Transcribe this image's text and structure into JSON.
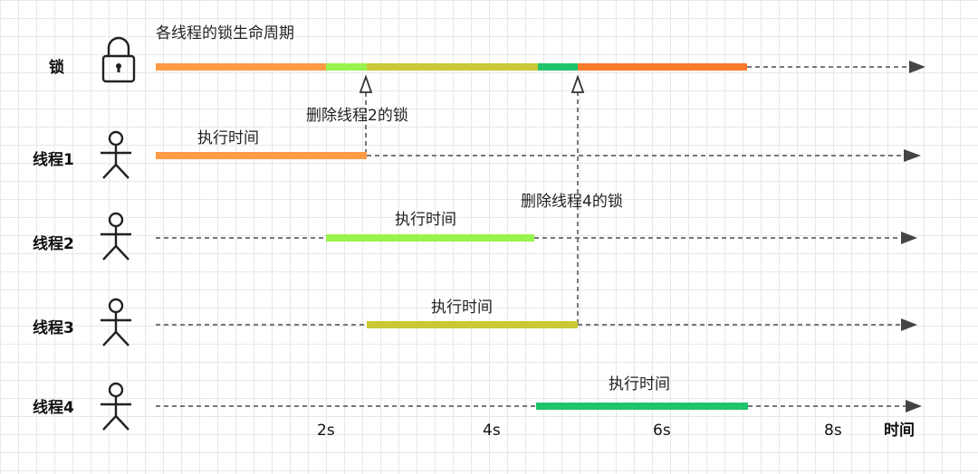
{
  "title": "各线程的锁生命周期",
  "lock_label": "锁",
  "rows": [
    {
      "label": "线程1",
      "exec_label": "执行时间"
    },
    {
      "label": "线程2",
      "exec_label": "执行时间"
    },
    {
      "label": "线程3",
      "exec_label": "执行时间"
    },
    {
      "label": "线程4",
      "exec_label": "执行时间"
    }
  ],
  "annotations": {
    "delete_lock_2": "删除线程2的锁",
    "delete_lock_4": "删除线程4的锁"
  },
  "x_axis": {
    "ticks": [
      "2s",
      "4s",
      "6s",
      "8s"
    ],
    "name": "时间"
  },
  "colors": {
    "orange": "#ff9a45",
    "light_green": "#99f24d",
    "olive": "#c9c935",
    "green": "#1ec46b",
    "red_orange": "#fc7a2c",
    "dash": "#777777"
  },
  "icons": [
    "lock-icon",
    "stick-figure-icon"
  ]
}
